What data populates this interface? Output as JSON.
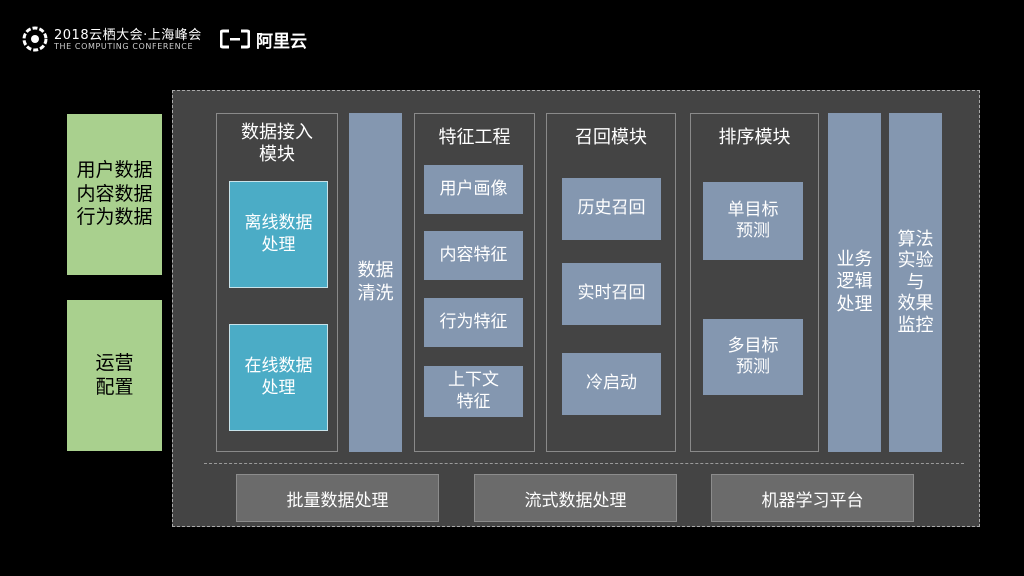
{
  "header": {
    "conference_title": "2018云栖大会·上海峰会",
    "conference_subtitle": "THE COMPUTING CONFERENCE",
    "brand_name": "阿里云"
  },
  "inputs": {
    "data_sources": "用户数据\n内容数据\n行为数据",
    "ops_config": "运营\n配置"
  },
  "modules": {
    "ingest": {
      "title": "数据接入\n模块",
      "offline": "离线数据\n处理",
      "online": "在线数据\n处理"
    },
    "cleaning": "数据\n清洗",
    "feature": {
      "title": "特征工程",
      "items": [
        "用户画像",
        "内容特征",
        "行为特征",
        "上下文\n特征"
      ]
    },
    "recall": {
      "title": "召回模块",
      "items": [
        "历史召回",
        "实时召回",
        "冷启动"
      ]
    },
    "ranking": {
      "title": "排序模块",
      "items": [
        "单目标\n预测",
        "多目标\n预测"
      ]
    },
    "business": "业务\n逻辑\n处理",
    "experiment": "算法\n实验\n与\n效果\n监控"
  },
  "platforms": [
    "批量数据处理",
    "流式数据处理",
    "机器学习平台"
  ],
  "colors": {
    "green": "#a9d08e",
    "teal": "#4bacc6",
    "slate": "#8497b0",
    "panel": "#444444",
    "platform": "#6b6b6b"
  }
}
